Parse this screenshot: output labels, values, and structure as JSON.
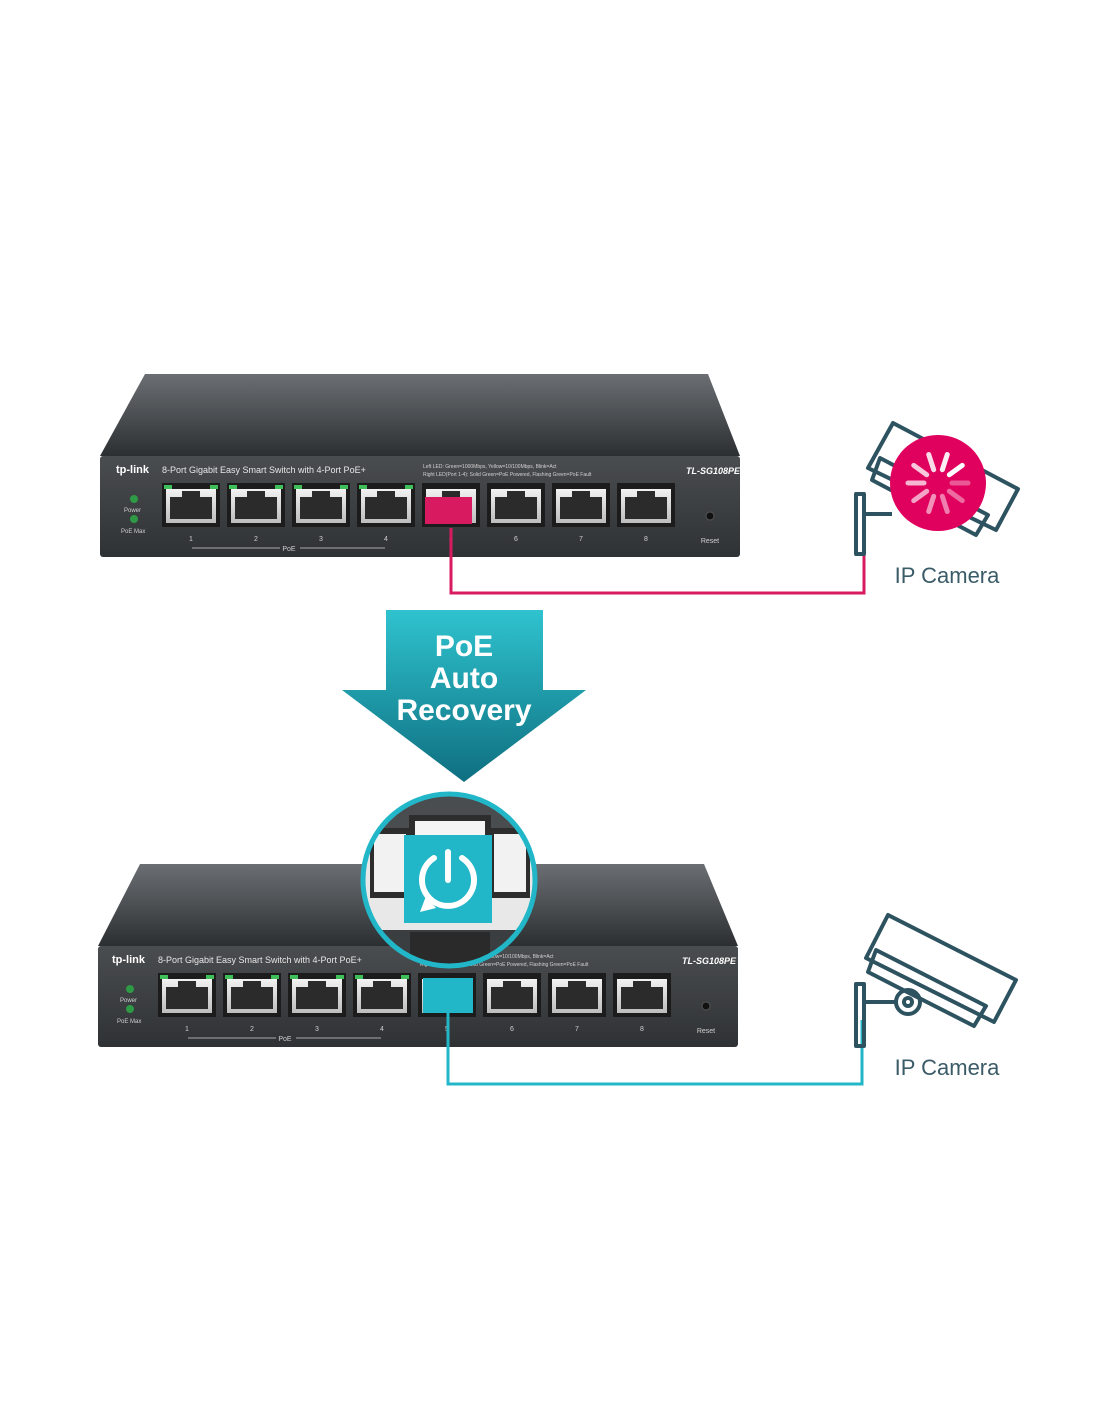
{
  "colors": {
    "fault": "#d81b60",
    "recovered": "#22b7c8",
    "arrow_top": "#2fc3cf",
    "arrow_bottom": "#0e6f80",
    "chassis": "#3b3e41",
    "camera_outline": "#2e5360"
  },
  "icons": {
    "fault_icon": "loading-spinner-icon",
    "recovery_icon": "power-restart-icon",
    "camera_icon": "ip-camera-icon"
  },
  "switch": {
    "brand": "tp-link",
    "description": "8-Port Gigabit Easy Smart Switch with 4-Port PoE+",
    "model": "TL-SG108PE",
    "led_note_1": "Left LED: Green=1000Mbps, Yellow=10/100Mbps, Blink=Act",
    "led_note_2": "Right LED(Port 1-4): Solid Green=PoE Powered, Flashing Green=PoE Fault",
    "power_label": "Power",
    "poe_max_label": "PoE Max",
    "poe_group_label": "PoE",
    "reset_label": "Reset",
    "ports": [
      "1",
      "2",
      "3",
      "4",
      "5",
      "6",
      "7",
      "8"
    ]
  },
  "arrow": {
    "line1": "PoE",
    "line2": "Auto",
    "line3": "Recovery"
  },
  "top_scene": {
    "state": "fault",
    "camera_label": "IP Camera",
    "connected_port": "5"
  },
  "bottom_scene": {
    "state": "recovered",
    "camera_label": "IP Camera",
    "connected_port": "5"
  }
}
